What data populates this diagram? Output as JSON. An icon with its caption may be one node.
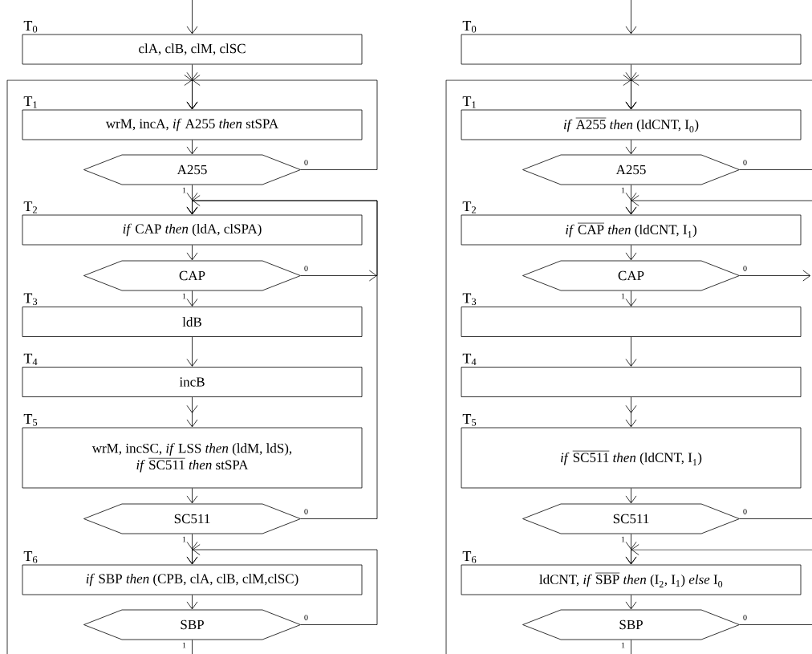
{
  "diagram": {
    "nodes": [
      {
        "text": [
          "clA, clB, clM, clSC"
        ],
        "beside": [
          "T$_{0}$"
        ]
      },
      {
        "text": [
          "wrM, incA, *if* A255 *then* stSPA"
        ],
        "beside": [
          "T$_{1}$"
        ]
      },
      {
        "text": [
          "A255"
        ]
      },
      {
        "text": [
          "*if* CAP *then* (ldA, clSPA)"
        ],
        "beside": [
          "T$_{2}$"
        ]
      },
      {
        "text": [
          "CAP"
        ]
      },
      {
        "text": [
          "ldB"
        ],
        "beside": [
          "T$_{3}$"
        ]
      },
      {
        "text": [
          "incB"
        ],
        "beside": [
          "T$_{4}$"
        ]
      },
      {
        "text": [
          "\\begin{array}{c}\\text{wrM, incSC, \\textit{if} LSS \\textit{then} (ldM, ldS),}\\\\\\text{\\textit{if} }\\overline{\\text{SC511}}\\text{ \\textit{then} stSPA}\\end{array}"
        ],
        "beside": [
          "T$_{5}$"
        ]
      },
      {
        "text": [
          "SC511"
        ]
      },
      {
        "text": [
          "*if* SBP *then* (CPB, clA, clB, clM,clSC)"
        ],
        "beside": [
          "T$_{6}$"
        ]
      },
      {
        "text": [
          "SBP"
        ]
      },
      {
        "text": [],
        "shape": "box",
        "beside": [
          "T$_{0}$"
        ]
      },
      {
        "text": [
          "\\text{\\textit{if} }\\overline{\\text{A255}}\\text{ \\textit{then} (ldCNT, I}_{\\text{0}}\\text{)}"
        ],
        "beside": [
          "T$_{1}$"
        ]
      },
      {
        "text": [
          "A255"
        ]
      },
      {
        "text": [
          "\\text{\\textit{if} }\\overline{\\text{CAP}}\\text{ \\textit{then} (ldCNT, I}_{\\text{1}}\\text{)}"
        ],
        "beside": [
          "T$_{2}$"
        ]
      },
      {
        "text": [
          "CAP"
        ]
      },
      {
        "text": [],
        "shape": "box",
        "beside": [
          "T$_{3}$"
        ]
      },
      {
        "text": [],
        "shape": "box",
        "beside": [
          "T$_{4}$"
        ]
      },
      {
        "text": [
          "\\text{\\textit{if} }\\overline{\\text{SC511}}\\text{ \\textit{then} (ldCNT, I}_{\\text{1}}\\text{)}"
        ],
        "beside": [
          "T$_{5}$"
        ]
      },
      {
        "text": [
          "SC511"
        ]
      },
      {
        "text": [
          "\\text{ldCNT, \\textit{if} }\\overline{\\text{SBP}}\\text{ \\textit{then} (I}_{\\text{2}}\\text{, I}_{\\text{1}}\\text{) \\textit{else} I}_{\\text{0}}"
        ],
        "beside": [
          "T$_{6}$"
        ]
      },
      {
        "text": [
          "SBP"
        ]
      }
    ],
    "edges": [
      {
        "from": null,
        "to": 0,
        "arrow": "to"
      },
      {
        "from": 0,
        "to": 1,
        "arrow": "to"
      },
      {
        "from": null,
        "to": 1,
        "arrow": "to"
      },
      {
        "from": 2,
        "to": 1,
        "arrow": "to",
        "label": "0"
      },
      {
        "from": 1,
        "to": 2,
        "arrow": "to"
      },
      {
        "from": 2,
        "to": 3,
        "arrow": "to",
        "label": "1"
      },
      {
        "from": 8,
        "to": 3,
        "arrow": "to",
        "label": "0"
      },
      {
        "from": 4,
        "to": 3,
        "arrow": "to",
        "label": "0"
      },
      {
        "from": 3,
        "to": 4,
        "arrow": "to"
      },
      {
        "from": 4,
        "to": 5,
        "arrow": "to",
        "label": "1"
      },
      {
        "from": 5,
        "to": 6,
        "arrow": "to"
      },
      {
        "from": 6,
        "to": 7,
        "arrow": "to"
      },
      {
        "from": 7,
        "to": 8,
        "arrow": "to"
      },
      {
        "from": 8,
        "to": 9,
        "arrow": "to",
        "label": "1"
      },
      {
        "from": 10,
        "to": 9,
        "arrow": "to",
        "label": "0"
      },
      {
        "from": 9,
        "to": 10,
        "arrow": "to"
      },
      {
        "from": 10,
        "to": null,
        "arrow": "none",
        "label": "1"
      },
      {
        "from": null,
        "to": 11,
        "arrow": "to"
      },
      {
        "from": 11,
        "to": 12,
        "arrow": "to"
      },
      {
        "from": null,
        "to": 12,
        "arrow": "to"
      },
      {
        "from": null,
        "to": 12,
        "arrow": "to"
      },
      {
        "from": 12,
        "to": 13,
        "arrow": "to"
      },
      {
        "from": 13,
        "to": null,
        "arrow": "none",
        "label": "0"
      },
      {
        "from": 13,
        "to": 14,
        "arrow": "to",
        "label": "1"
      },
      {
        "from": null,
        "to": 14,
        "arrow": "to"
      },
      {
        "from": 14,
        "to": 15,
        "arrow": "to"
      },
      {
        "from": 15,
        "to": null,
        "arrow": "to",
        "label": "0"
      },
      {
        "from": 15,
        "to": 16,
        "arrow": "to",
        "label": "1"
      },
      {
        "from": 16,
        "to": 17,
        "arrow": "to"
      },
      {
        "from": 17,
        "to": 18,
        "arrow": "to"
      },
      {
        "from": 18,
        "to": 19,
        "arrow": "to"
      },
      {
        "from": 19,
        "to": null,
        "arrow": "none",
        "label": "0"
      },
      {
        "from": 19,
        "to": 20,
        "arrow": "to",
        "label": "1"
      },
      {
        "from": null,
        "to": 20,
        "arrow": "to"
      },
      {
        "from": 20,
        "to": 21,
        "arrow": "to"
      },
      {
        "from": 21,
        "to": null,
        "arrow": "none",
        "label": "0"
      },
      {
        "from": 21,
        "to": null,
        "arrow": "none",
        "label": "1"
      }
    ]
  }
}
